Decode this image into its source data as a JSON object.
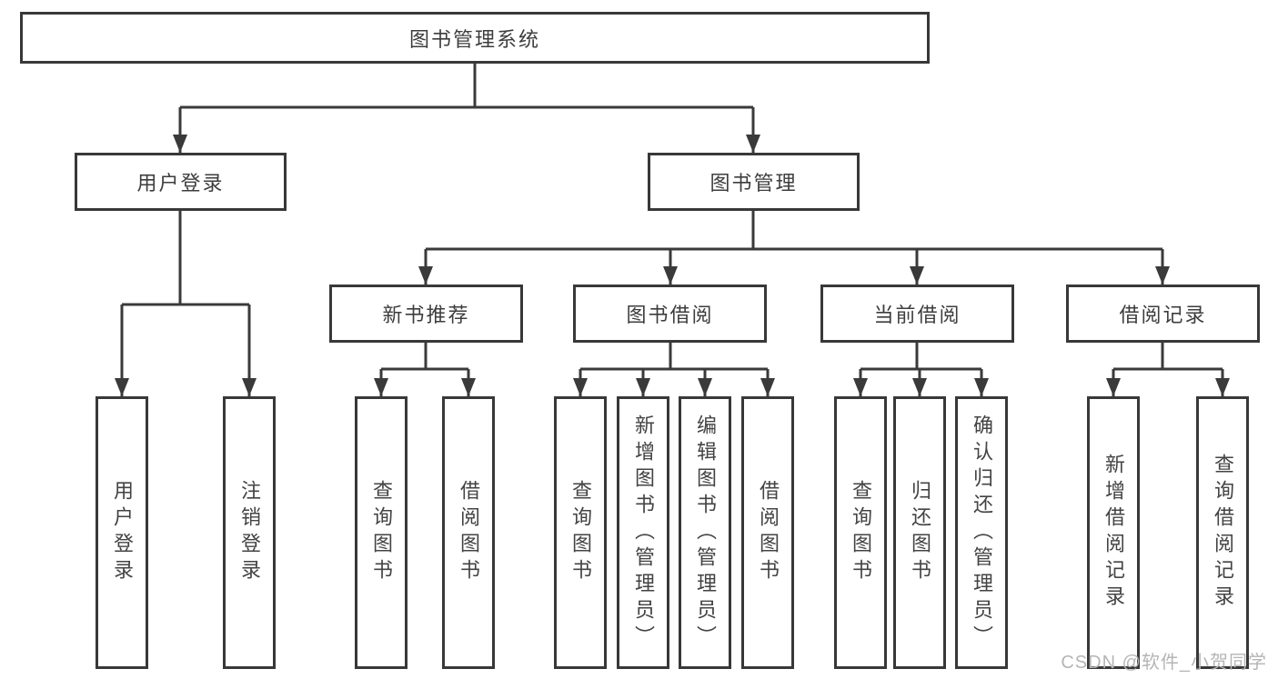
{
  "diagram": {
    "title": "图书管理系统",
    "user_branch": {
      "label": "用户登录",
      "leaves": [
        "用户登录",
        "注销登录"
      ]
    },
    "book_branch": {
      "label": "图书管理",
      "groups": [
        {
          "label": "新书推荐",
          "leaves": [
            "查询图书",
            "借阅图书"
          ]
        },
        {
          "label": "图书借阅",
          "leaves": [
            "查询图书",
            "新增图书（管理员）",
            "编辑图书（管理员）",
            "借阅图书"
          ]
        },
        {
          "label": "当前借阅",
          "leaves": [
            "查询图书",
            "归还图书",
            "确认归还（管理员）"
          ]
        },
        {
          "label": "借阅记录",
          "leaves": [
            "新增借阅记录",
            "查询借阅记录"
          ]
        }
      ]
    },
    "line_color": "#3a3a3a"
  },
  "watermark": "CSDN @软件_小贺同学"
}
